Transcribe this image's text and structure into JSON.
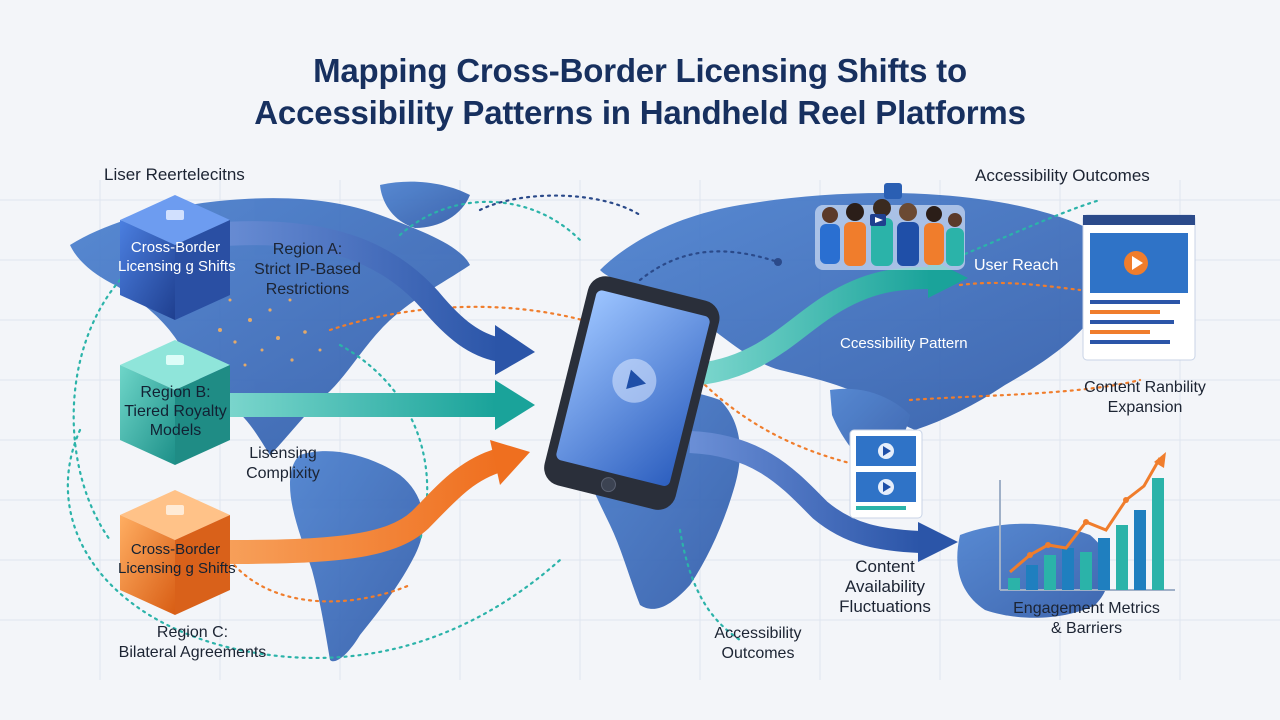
{
  "title": {
    "line1": "Mapping Cross-Border Licensing Shifts to",
    "line2": "Accessibility Patterns in Handheld Reel Platforms"
  },
  "left_header": "Liser Reertelecitns",
  "right_header": "Accessibility Outcomes",
  "cubes": {
    "blue": {
      "line1": "Cross-Border",
      "line2": "Licensing g Shifts"
    },
    "teal": {
      "line1": "Region B:",
      "line2": "Tiered Royalty",
      "line3": "Models"
    },
    "orange": {
      "line1": "Cross-Border",
      "line2": "Licensing g Shifts"
    }
  },
  "region_a": {
    "line1": "Region A:",
    "line2": "Strict IP-Based",
    "line3": "Restrictions"
  },
  "region_c": {
    "line1": "Region C:",
    "line2": "Bilateral Agreements"
  },
  "licensing_complexity": {
    "line1": "Lisensing",
    "line2": "Complixity"
  },
  "user_reach": "User Reach",
  "accessibility_pattern": "Ccessibility Pattern",
  "content_expansion": {
    "line1": "Content Ranbility",
    "line2": "Expansion"
  },
  "content_fluctuations": {
    "line1": "Content",
    "line2": "Availability",
    "line3": "Fluctuations"
  },
  "accessibility_outcomes_bottom": {
    "line1": "Accessibility",
    "line2": "Outcomes"
  },
  "engagement": {
    "line1": "Engagement Metrics",
    "line2": "& Barriers"
  },
  "colors": {
    "title": "#17305f",
    "blue": "#2f5fb3",
    "teal": "#2bb3a9",
    "orange": "#f07d2c",
    "map": "#3f74c4"
  }
}
